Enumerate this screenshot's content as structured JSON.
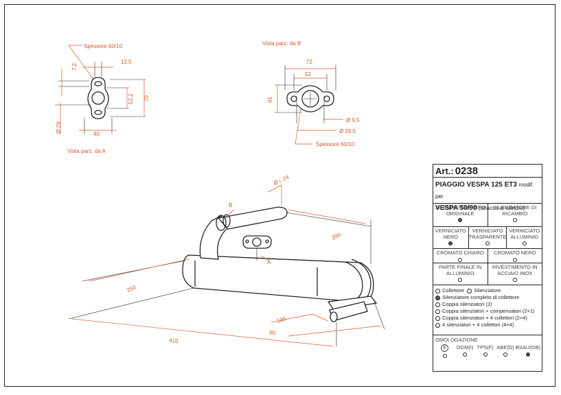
{
  "view_a": {
    "thickness": "Spessore 60/10",
    "d1": "7,2",
    "d2": "12,5",
    "d3": "52,2",
    "d4": "70",
    "d5": "Ø 29",
    "d6": "40",
    "caption": "Vista parz. da A"
  },
  "view_b": {
    "caption": "Vista parz. da B",
    "d1": "72",
    "d2": "52",
    "d3": "41",
    "d4": "Ø 9,5",
    "d5": "Ø 29,5",
    "thickness": "Spessore 60/10"
  },
  "main": {
    "d_inlet": "Ø i. 24",
    "label_b": "B",
    "label_a": "A",
    "d200": "200",
    "d250": "250",
    "d130": "130",
    "d80": "80",
    "d410": "410"
  },
  "spec": {
    "art_label": "Art.:",
    "art_num": "0238",
    "model_1": "PIAGGIO VESPA 125 ET3",
    "model_1b": "modif. per",
    "model_2": "VESPA 50/90",
    "model_2b": "(attacco al cilindro)",
    "type_orig": "SILENZIATORE TIPO ORIGINALE",
    "type_ric": "SILENZIATORE DI RICAMBIO",
    "vern_nero": "VERNICIATO NERO",
    "vern_trasp": "VERNICIATO TRASPARENTE",
    "vern_all": "VERNICIATO ALLUMINIO",
    "crom_chiaro": "CROMATO CHIARO",
    "crom_nero": "CROMATO NERO",
    "parte_finale": "PARTE FINALE IN ALLUMINIO",
    "rivestimento": "RIVESTIMENTO IN ACCIAIO INOX",
    "opt_collettore": "Collettore",
    "opt_silenziatore": "Silenziatore",
    "opt_completo": "Silenziatore completo di collettore",
    "opt_coppia": "Coppia silenziatori (2)",
    "opt_comp": "Coppia silenziatori + compensatori (2+1)",
    "opt_coll4": "Coppia silenziatori + 4 collettori (2+4)",
    "opt_4x4": "4 silenziatori + 4 collettori (4+4)",
    "omol_title": "OMOLOGAZIONE",
    "om_e": "E",
    "om_dgm": "DGM(I)",
    "om_tps": "TPS(F)",
    "om_abe": "ABE(D)",
    "om_bsau": "BSAU(GB)"
  }
}
